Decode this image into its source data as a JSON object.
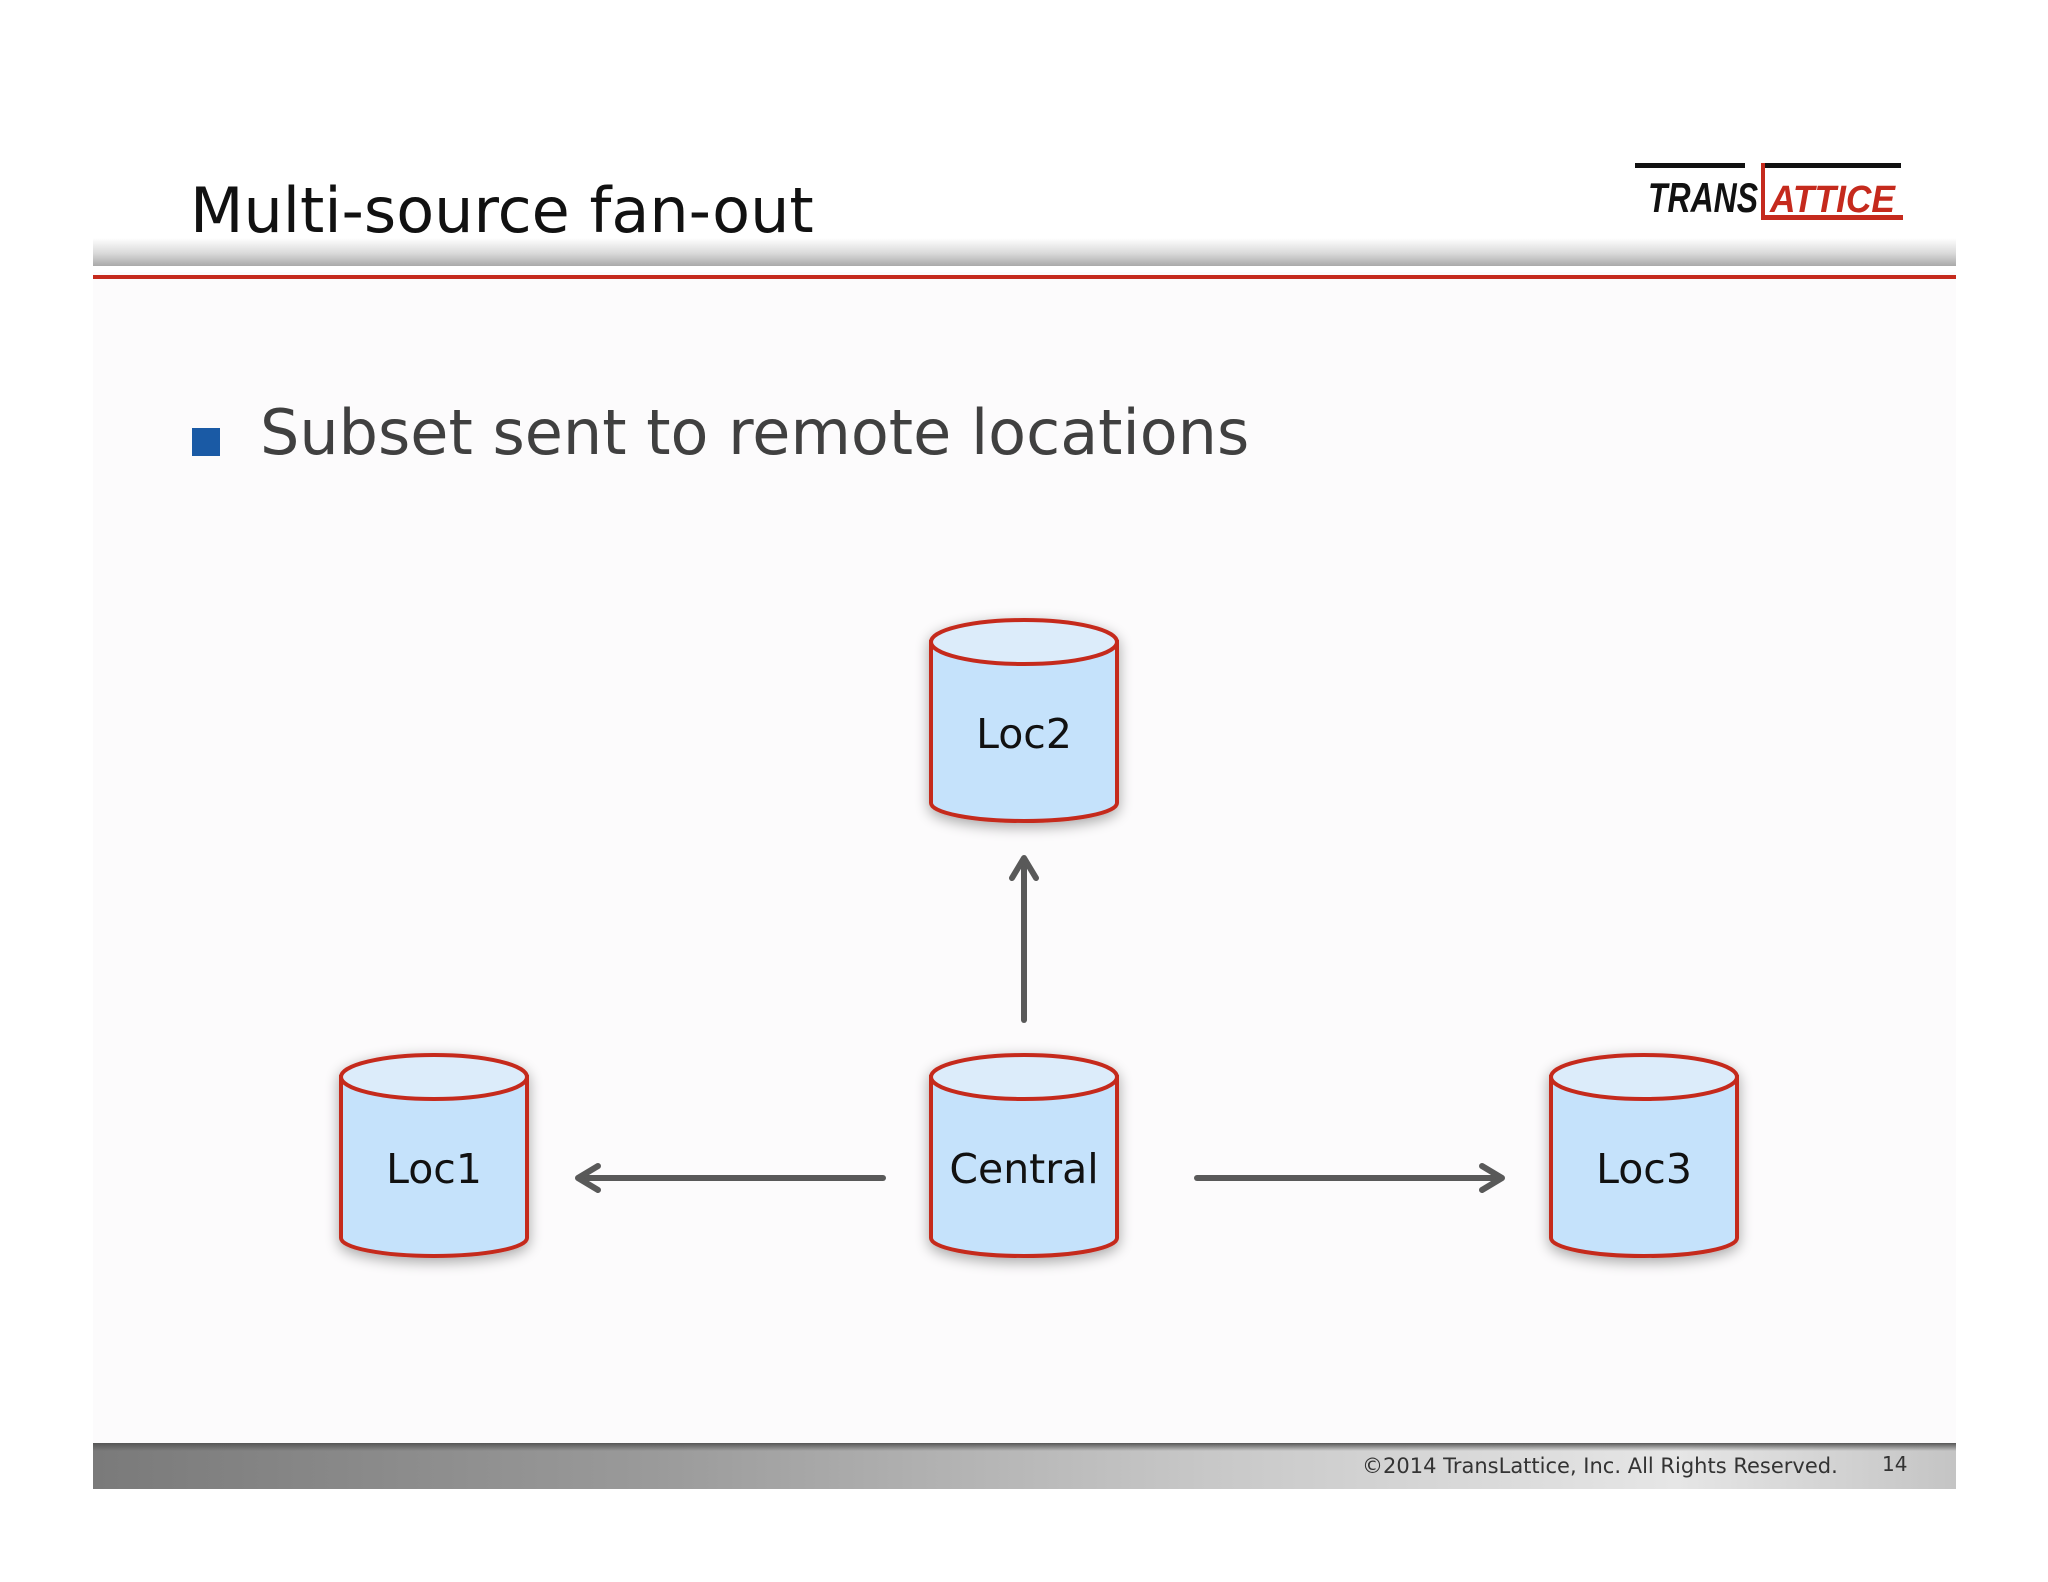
{
  "slide": {
    "title": "Multi-source fan-out",
    "bullets": [
      "Subset sent to remote locations"
    ],
    "logo_text": [
      "TRANS",
      "ATTICE"
    ],
    "footer": {
      "copyright": "©2014 TransLattice, Inc. All Rights Reserved.",
      "page_number": "14"
    }
  },
  "diagram": {
    "nodes": {
      "loc2": "Loc2",
      "loc1": "Loc1",
      "central": "Central",
      "loc3": "Loc3"
    },
    "edges": [
      {
        "from": "Central",
        "to": "Loc2"
      },
      {
        "from": "Central",
        "to": "Loc1"
      },
      {
        "from": "Central",
        "to": "Loc3"
      }
    ]
  },
  "colors": {
    "accent_red": "#c52a1d",
    "cylinder_fill": "#c5e2fb",
    "bullet_blue": "#1a5aa5",
    "arrow_gray": "#595959"
  }
}
